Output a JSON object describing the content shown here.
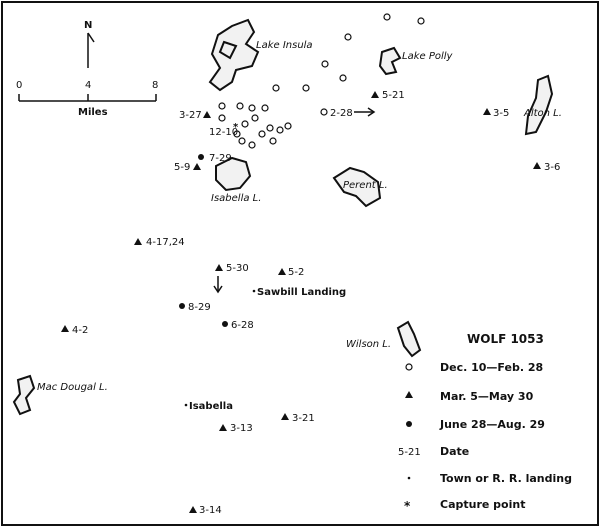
{
  "title": "WOLF 1053",
  "scale": {
    "ticks": [
      "0",
      "4",
      "8"
    ],
    "unit": "Miles",
    "north": "N"
  },
  "lakes": [
    {
      "name": "Lake Insula"
    },
    {
      "name": "Lake Polly"
    },
    {
      "name": "Alton L."
    },
    {
      "name": "Isabella L."
    },
    {
      "name": "Perent L."
    },
    {
      "name": "Wilson L."
    },
    {
      "name": "Mac Dougal L."
    }
  ],
  "places": [
    {
      "name": "Sawbill Landing"
    },
    {
      "name": "Isabella"
    }
  ],
  "date_labels": {
    "d_5_21": "5-21",
    "d_3_5": "3-5",
    "d_3_6": "3-6",
    "d_2_28": "2-28",
    "d_3_27": "3-27",
    "d_12_10": "12-10",
    "d_7_29": "7-29",
    "d_5_9": "5-9",
    "d_4_17_24": "4-17,24",
    "d_5_30": "5-30",
    "d_5_2": "5-2",
    "d_8_29": "8-29",
    "d_6_28": "6-28",
    "d_4_2": "4-2",
    "d_3_21": "3-21",
    "d_3_13": "3-13",
    "d_3_14": "3-14"
  },
  "legend": {
    "items": [
      {
        "symbol": "open-circle-icon",
        "text": "Dec. 10—Feb. 28"
      },
      {
        "symbol": "triangle-icon",
        "text": "Mar. 5—May 30"
      },
      {
        "symbol": "filled-dot-icon",
        "text": "June 28—Aug. 29"
      },
      {
        "symbol": "date-sample",
        "sample": "5-21",
        "text": "Date"
      },
      {
        "symbol": "small-dot-icon",
        "text": "Town or R. R. landing"
      },
      {
        "symbol": "asterisk-icon",
        "text": "Capture point"
      }
    ]
  }
}
